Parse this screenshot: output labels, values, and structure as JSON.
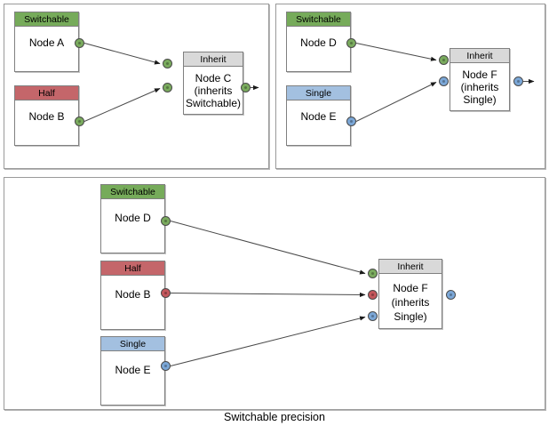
{
  "diagram": {
    "caption": "Switchable precision",
    "colors": {
      "switchable": "#76ab5a",
      "half": "#c4666a",
      "single": "#a3c0e0",
      "inherit": "#d9d9d9",
      "port_green": "#7aab5e",
      "port_red": "#c4575c",
      "port_blue": "#7ba7d7",
      "wire": "#4a4a4a",
      "panel_border": "#9a9a9a"
    },
    "panels": [
      {
        "id": "panel-top-left",
        "nodes": [
          {
            "id": "node-a",
            "header": "Switchable",
            "body": "Node A",
            "header_type": "switchable"
          },
          {
            "id": "node-b",
            "header": "Half",
            "body": "Node B",
            "header_type": "half"
          },
          {
            "id": "node-c",
            "header": "Inherit",
            "body": "Node C\n(inherits\nSwitchable)",
            "header_type": "inherit"
          }
        ],
        "ports": [
          {
            "id": "p-a-out",
            "color": "green",
            "node": "node-a",
            "side": "right"
          },
          {
            "id": "p-b-out",
            "color": "green",
            "node": "node-b",
            "side": "right"
          },
          {
            "id": "p-c-in1",
            "color": "green",
            "node": "node-c",
            "side": "left"
          },
          {
            "id": "p-c-in2",
            "color": "green",
            "node": "node-c",
            "side": "left"
          },
          {
            "id": "p-c-out",
            "color": "green",
            "node": "node-c",
            "side": "right"
          }
        ],
        "edges": [
          {
            "from": "p-a-out",
            "to": "p-c-in1",
            "arrow": true
          },
          {
            "from": "p-b-out",
            "to": "p-c-in2",
            "arrow": true
          },
          {
            "from": "p-c-out",
            "to": "open",
            "arrow": true
          }
        ]
      },
      {
        "id": "panel-top-right",
        "nodes": [
          {
            "id": "node-d",
            "header": "Switchable",
            "body": "Node D",
            "header_type": "switchable"
          },
          {
            "id": "node-e",
            "header": "Single",
            "body": "Node E",
            "header_type": "single"
          },
          {
            "id": "node-f",
            "header": "Inherit",
            "body": "Node F\n(inherits\nSingle)",
            "header_type": "inherit"
          }
        ],
        "ports": [
          {
            "id": "p-d-out",
            "color": "green",
            "node": "node-d",
            "side": "right"
          },
          {
            "id": "p-e-out",
            "color": "blue",
            "node": "node-e",
            "side": "right"
          },
          {
            "id": "p-f-in1",
            "color": "green",
            "node": "node-f",
            "side": "left"
          },
          {
            "id": "p-f-in2",
            "color": "blue",
            "node": "node-f",
            "side": "left"
          },
          {
            "id": "p-f-out",
            "color": "blue",
            "node": "node-f",
            "side": "right"
          }
        ],
        "edges": [
          {
            "from": "p-d-out",
            "to": "p-f-in1",
            "arrow": true
          },
          {
            "from": "p-e-out",
            "to": "p-f-in2",
            "arrow": true
          },
          {
            "from": "p-f-out",
            "to": "open",
            "arrow": true
          }
        ]
      },
      {
        "id": "panel-bottom",
        "nodes": [
          {
            "id": "node-d2",
            "header": "Switchable",
            "body": "Node D",
            "header_type": "switchable"
          },
          {
            "id": "node-b2",
            "header": "Half",
            "body": "Node B",
            "header_type": "half"
          },
          {
            "id": "node-e2",
            "header": "Single",
            "body": "Node E",
            "header_type": "single"
          },
          {
            "id": "node-f2",
            "header": "Inherit",
            "body": "Node F\n(inherits\nSingle)",
            "header_type": "inherit"
          }
        ],
        "ports": [
          {
            "id": "p-d2-out",
            "color": "green",
            "node": "node-d2",
            "side": "right"
          },
          {
            "id": "p-b2-out",
            "color": "red",
            "node": "node-b2",
            "side": "right"
          },
          {
            "id": "p-e2-out",
            "color": "blue",
            "node": "node-e2",
            "side": "right"
          },
          {
            "id": "p-f2-in1",
            "color": "green",
            "node": "node-f2",
            "side": "left"
          },
          {
            "id": "p-f2-in2",
            "color": "red",
            "node": "node-f2",
            "side": "left"
          },
          {
            "id": "p-f2-in3",
            "color": "blue",
            "node": "node-f2",
            "side": "left"
          },
          {
            "id": "p-f2-out",
            "color": "blue",
            "node": "node-f2",
            "side": "right"
          }
        ],
        "edges": [
          {
            "from": "p-d2-out",
            "to": "p-f2-in1",
            "arrow": true
          },
          {
            "from": "p-b2-out",
            "to": "p-f2-in2",
            "arrow": true
          },
          {
            "from": "p-e2-out",
            "to": "p-f2-in3",
            "arrow": true
          }
        ]
      }
    ]
  }
}
